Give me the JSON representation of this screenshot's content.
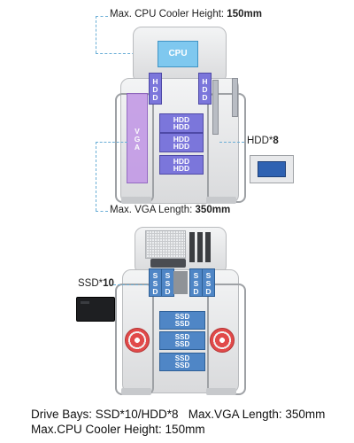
{
  "callouts": {
    "cpu_cooler": {
      "label": "Max. CPU Cooler Height: ",
      "value": "150mm"
    },
    "hdd": {
      "label": "HDD*",
      "value": "8"
    },
    "vga": {
      "label": "Max. VGA Length: ",
      "value": "350mm"
    },
    "ssd": {
      "label": "SSD*",
      "value": "10"
    }
  },
  "top_case": {
    "cpu_label": "CPU",
    "vga_label": "VGA",
    "side_drive_label": "HDD",
    "hdd_stack": [
      [
        "HDD",
        "HDD"
      ],
      [
        "HDD",
        "HDD"
      ],
      [
        "HDD",
        "HDD"
      ]
    ]
  },
  "bottom_case": {
    "side_drive_label": "SSD",
    "ssd_stack": [
      [
        "SSD",
        "SSD"
      ],
      [
        "SSD",
        "SSD"
      ],
      [
        "SSD",
        "SSD"
      ]
    ]
  },
  "caption": {
    "line1": "Drive Bays: SSD*10/HDD*8   Max.VGA Length: 350mm",
    "line2": "Max.CPU Cooler Height: 150mm"
  },
  "colors": {
    "hdd": "#7b76db",
    "ssd": "#4f86c6",
    "cpu": "#7fc8ef",
    "vga": "#c39ae6",
    "fan_accent": "#e14a4a",
    "callout_line": "#6aaed6"
  }
}
